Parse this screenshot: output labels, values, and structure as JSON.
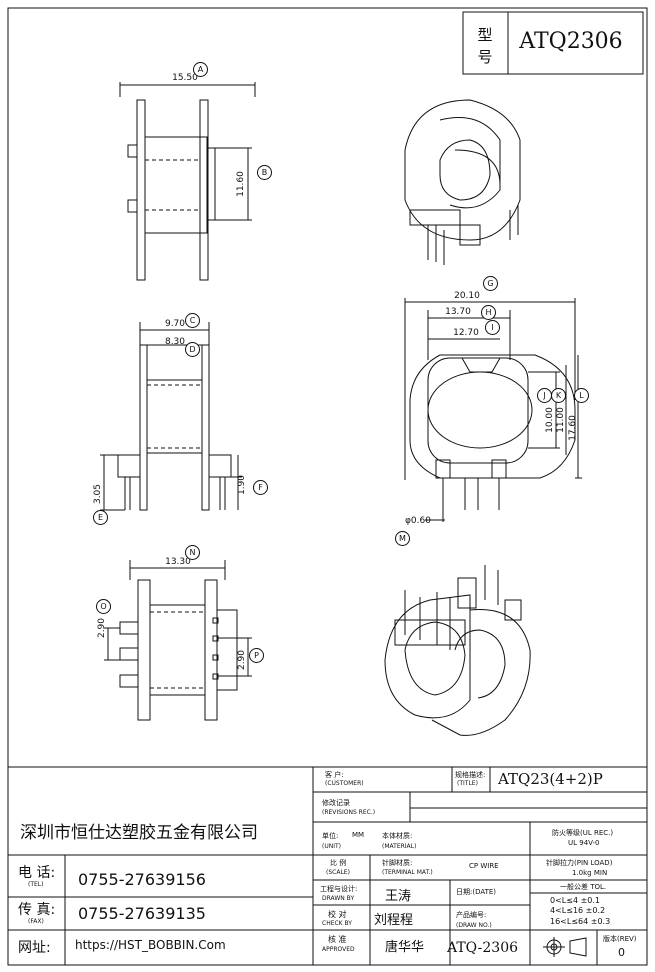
{
  "model": {
    "label_top": "型",
    "label_bottom": "号",
    "value": "ATQ2306"
  },
  "dims": {
    "A": "15.50",
    "B": "11.60",
    "C": "9.70",
    "D": "8.30",
    "E": "3.05",
    "F": "1.90",
    "G": "20.10",
    "H": "13.70",
    "I": "12.70",
    "J": "10.00",
    "K": "11.00",
    "L": "17.60",
    "M": "φ0.60",
    "N": "13.30",
    "O": "2.90",
    "P": "2.90"
  },
  "letters": [
    "A",
    "B",
    "C",
    "D",
    "E",
    "F",
    "G",
    "H",
    "I",
    "J",
    "K",
    "L",
    "M",
    "N",
    "O",
    "P"
  ],
  "title_block": {
    "company": "深圳市恒仕达塑胶五金有限公司",
    "tel_label": "电  话:",
    "tel_sub": "(TEL)",
    "tel": "0755-27639156",
    "fax_label": "传  真:",
    "fax_sub": "(FAX)",
    "fax": "0755-27639135",
    "web_label": "网址:",
    "web": "https://HST_BOBBIN.Com",
    "customer_label": "客   户:",
    "customer_sub": "(CUSTOMER)",
    "title_label": "规格描述:",
    "title_sub": "(TITLE)",
    "title_value": "ATQ23(4+2)P",
    "revision_label": "修改记录",
    "revision_sub": "(REVISIONS REC.)",
    "unit_label": "单位:",
    "unit_value": "MM",
    "unit_sub": "(UNIT)",
    "material_label": "本体材质:",
    "material_sub": "(MATERIAL)",
    "flame_label": "防火等级(UL REC.)",
    "flame_value": "UL 94V-0",
    "scale_label": "比  例",
    "scale_sub": "(SCALE)",
    "terminal_label": "针脚材质:",
    "terminal_sub": "(TERMINAL MAT.)",
    "terminal_value": "CP WIRE",
    "pinload_label": "针脚拉力(PIN LOAD)",
    "pinload_value": "1.0kg MIN",
    "drawn_label": "工程与设计:",
    "drawn_sub": "DRAWN BY",
    "drawn_value": "王涛",
    "date_label": "日期:(DATE)",
    "tol_label": "一般公差 TOL.",
    "tol_rows": [
      "0<L≤4  ±0.1",
      "4<L≤16 ±0.2",
      "16<L≤64 ±0.3"
    ],
    "check_label": "校  对",
    "check_sub": "CHECK BY",
    "check_value": "刘程程",
    "drawno_label": "产品编号:",
    "drawno_sub": "(DRAW NO.)",
    "drawno_value": "ATQ-2306",
    "approved_label": "核  准",
    "approved_sub": "APPROVED",
    "approved_value": "唐华华",
    "rev_label": "版本(REV)",
    "rev_value": "0"
  }
}
